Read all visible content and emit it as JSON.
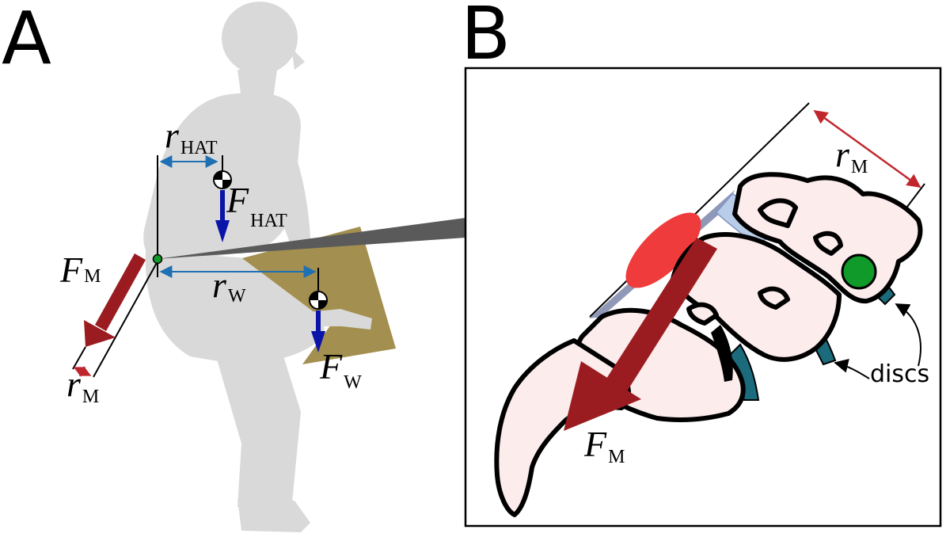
{
  "panels": {
    "a": {
      "label": "A"
    },
    "b": {
      "label": "B"
    }
  },
  "labels": {
    "r_hat": {
      "symbol": "r",
      "subscript": "HAT"
    },
    "f_hat": {
      "symbol": "F",
      "subscript": "HAT"
    },
    "r_w": {
      "symbol": "r",
      "subscript": "W"
    },
    "f_w": {
      "symbol": "F",
      "subscript": "W"
    },
    "f_m_a": {
      "symbol": "F",
      "subscript": "M"
    },
    "r_m_a": {
      "symbol": "r",
      "subscript": "M"
    },
    "r_m_b": {
      "symbol": "r",
      "subscript": "M"
    },
    "f_m_b": {
      "symbol": "F",
      "subscript": "M"
    },
    "discs": "discs"
  },
  "colors": {
    "silhouette": "#d9d9d9",
    "box": "#a38f4f",
    "muscle_force_arrow": "#9b1c20",
    "load_force_arrow": "#0a14a8",
    "lever_arm": "#1f6fb5",
    "pivot": "#0f9a2a",
    "vertebra": "#fcecec",
    "disc_dark": "#1b6b7d",
    "disc_light": "#b9cde8",
    "muscle": "#ef3b3b",
    "zoom_wedge": "#5a5a5a"
  }
}
